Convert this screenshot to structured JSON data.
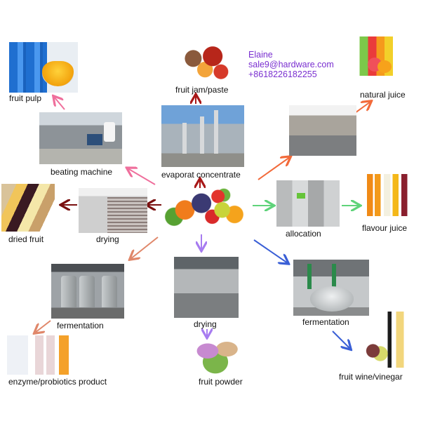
{
  "diagram": {
    "title": "Fruit processing product flow",
    "center": {
      "label": "",
      "icon": "mixed-fruits"
    },
    "contact": {
      "name": "Elaine",
      "email": "sale9@hardware.com",
      "phone": "+8618226182255",
      "color": "#7a2fd0"
    },
    "nodes": {
      "fruit_pulp": {
        "label": "fruit pulp"
      },
      "fruit_jam": {
        "label": "fruit jam/paste"
      },
      "natural_juice": {
        "label": "natural juice"
      },
      "beating_machine": {
        "label": "beating machine"
      },
      "evaporat": {
        "label": "evaporat concentrate"
      },
      "juice_line": {
        "label": ""
      },
      "dried_fruit": {
        "label": "dried fruit"
      },
      "drying_room": {
        "label": "drying"
      },
      "allocation": {
        "label": "allocation"
      },
      "flavour_juice": {
        "label": "flavour juice"
      },
      "fermentation_left": {
        "label": "fermentation"
      },
      "drying_spray": {
        "label": "drying"
      },
      "fermentation_right": {
        "label": "fermentation"
      },
      "enzyme_product": {
        "label": "enzyme/probiotics product"
      },
      "fruit_powder": {
        "label": "fruit powder"
      },
      "fruit_wine": {
        "label": "fruit wine/vinegar"
      }
    },
    "edges": [
      {
        "from": "center",
        "to": "beating_machine",
        "color": "#ef6f9c"
      },
      {
        "from": "beating_machine",
        "to": "fruit_pulp",
        "color": "#ef6f9c"
      },
      {
        "from": "center",
        "to": "evaporat",
        "color": "#a81818"
      },
      {
        "from": "evaporat",
        "to": "fruit_jam",
        "color": "#a81818"
      },
      {
        "from": "center",
        "to": "juice_line",
        "color": "#f26a3a"
      },
      {
        "from": "juice_line",
        "to": "natural_juice",
        "color": "#f26a3a"
      },
      {
        "from": "center",
        "to": "drying_room",
        "color": "#7a1010"
      },
      {
        "from": "drying_room",
        "to": "dried_fruit",
        "color": "#7a1010"
      },
      {
        "from": "center",
        "to": "allocation",
        "color": "#5fd37a"
      },
      {
        "from": "allocation",
        "to": "flavour_juice",
        "color": "#5fd37a"
      },
      {
        "from": "center",
        "to": "fermentation_left",
        "color": "#e0876a"
      },
      {
        "from": "fermentation_left",
        "to": "enzyme_product",
        "color": "#e0876a"
      },
      {
        "from": "center",
        "to": "drying_spray",
        "color": "#a77cf0"
      },
      {
        "from": "drying_spray",
        "to": "fruit_powder",
        "color": "#a77cf0"
      },
      {
        "from": "center",
        "to": "fermentation_right",
        "color": "#3a5fd6"
      },
      {
        "from": "fermentation_right",
        "to": "fruit_wine",
        "color": "#3a5fd6"
      }
    ]
  }
}
